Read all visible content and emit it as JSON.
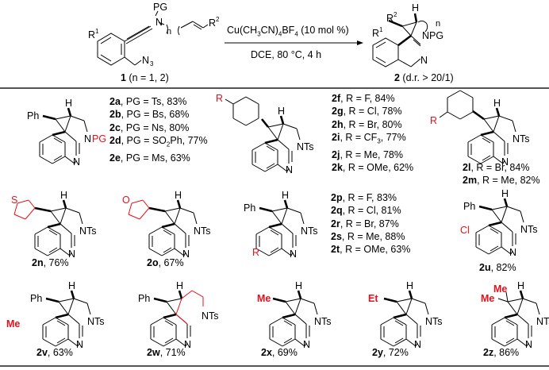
{
  "reaction": {
    "catalyst": "Cu(CH3CN)4BF4 (10 mol %)",
    "catalyst_parts": [
      "Cu(CH",
      "3",
      "CN)",
      "4",
      "BF",
      "4",
      " (10 mol %)"
    ],
    "conditions": "DCE, 80 °C, 4 h",
    "substrate": {
      "number": "1",
      "note": " (n = 1, 2)"
    },
    "product": {
      "number": "2",
      "note": " (d.r. > 20/1)"
    },
    "substrate_labels": {
      "pg": "PG",
      "n": "N",
      "r1": "R",
      "r1_sup": "1",
      "r2": "R",
      "r2_sup": "2",
      "index": "n",
      "azide": "N",
      "azide_sub": "3"
    },
    "product_labels": {
      "h": "H",
      "r1": "R",
      "r1_sup": "1",
      "r2": "R",
      "r2_sup": "2",
      "index": "n",
      "npg": "NPG",
      "n": "N"
    }
  },
  "atoms": {
    "ph": "Ph",
    "h": "H",
    "n": "N",
    "nts": "NTs",
    "r": "R",
    "s": "S",
    "o": "O",
    "cl": "Cl",
    "me": "Me",
    "et": "Et",
    "pg": "PG"
  },
  "groups": [
    {
      "title": "PG variation",
      "entries": [
        {
          "id": "2a",
          "text": ", PG = Ts, 83%"
        },
        {
          "id": "2b",
          "text": ", PG = Bs, 68%"
        },
        {
          "id": "2c",
          "text": ", PG = Ns, 80%"
        },
        {
          "id": "2d",
          "text_pre": ", PG = SO",
          "sub": "2",
          "text_post": "Ph, 77%"
        },
        {
          "id": "2e",
          "text": ", PG = Ms, 63%"
        }
      ]
    },
    {
      "title": "para-aryl",
      "entries": [
        {
          "id": "2f",
          "text": ", R = F, 84%"
        },
        {
          "id": "2g",
          "text": ", R = Cl, 78%"
        },
        {
          "id": "2h",
          "text": ", R = Br, 80%"
        },
        {
          "id": "2i",
          "text_pre": ", R = CF",
          "sub": "3",
          "text_post": ", 77%"
        },
        {
          "id": "2j",
          "text": ", R = Me, 78%"
        },
        {
          "id": "2k",
          "text": ", R = OMe, 62%"
        }
      ]
    },
    {
      "title": "meta-aryl",
      "entries": [
        {
          "id": "2l",
          "text": ", R = Br, 84%"
        },
        {
          "id": "2m",
          "text": ", R = Me, 82%"
        }
      ]
    },
    {
      "title": "isoquinoline ring",
      "entries": [
        {
          "id": "2p",
          "text": ", R = F, 83%"
        },
        {
          "id": "2q",
          "text": ", R = Cl, 81%"
        },
        {
          "id": "2r",
          "text": ", R = Br, 87%"
        },
        {
          "id": "2s",
          "text": ", R = Me, 88%"
        },
        {
          "id": "2t",
          "text": ", R = OMe, 63%"
        }
      ]
    }
  ],
  "singles": [
    {
      "id": "2n",
      "yield": ", 76%"
    },
    {
      "id": "2o",
      "yield": ", 67%"
    },
    {
      "id": "2u",
      "yield": ", 82%"
    },
    {
      "id": "2v",
      "yield": ", 63%"
    },
    {
      "id": "2w",
      "yield": ", 71%"
    },
    {
      "id": "2x",
      "yield": ", 69%"
    },
    {
      "id": "2y",
      "yield": ", 72%"
    },
    {
      "id": "2z",
      "yield": ", 86%"
    }
  ],
  "colors": {
    "highlight": "#e8101a",
    "ink": "#000000",
    "rule": "#555555"
  }
}
